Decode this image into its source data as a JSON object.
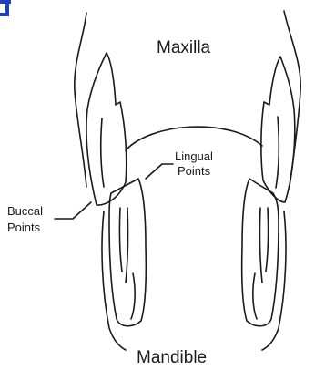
{
  "labels": {
    "maxilla": "Maxilla",
    "mandible": "Mandible",
    "lingual_line1": "Lingual",
    "lingual_line2": "Points",
    "buccal_line1": "Buccal",
    "buccal_line2": "Points"
  },
  "colors": {
    "ink": "#1a1a1a",
    "corner_mark": "#1f3fbf",
    "background": "#ffffff"
  }
}
